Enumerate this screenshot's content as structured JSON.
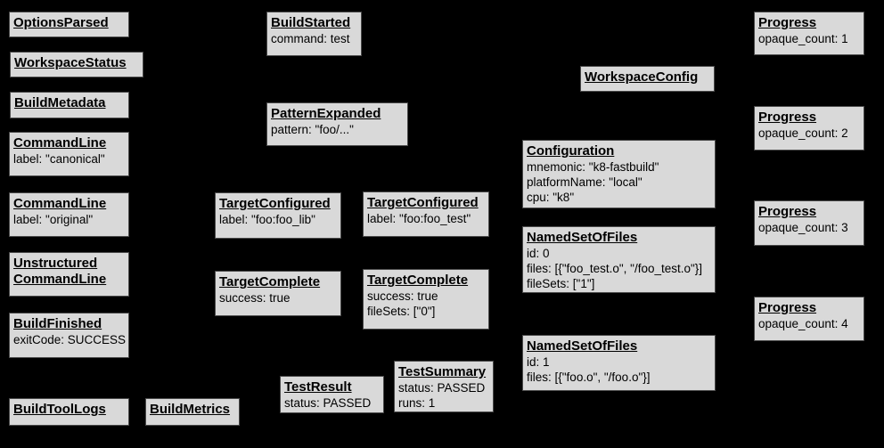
{
  "canvas": {
    "background_color": "#000000",
    "box_fill_color": "#d9d9d9",
    "box_border_color": "#4a4a4a",
    "text_color": "#000000"
  },
  "diagram": {
    "boxes": [
      {
        "title": "OptionsParsed",
        "details": []
      },
      {
        "title": "WorkspaceStatus",
        "details": []
      },
      {
        "title": "BuildMetadata",
        "details": []
      },
      {
        "title": "CommandLine",
        "details": [
          "label: \"canonical\""
        ]
      },
      {
        "title": "CommandLine",
        "details": [
          "label: \"original\""
        ]
      },
      {
        "title_lines": [
          "Unstructured",
          "CommandLine"
        ],
        "details": []
      },
      {
        "title": "BuildFinished",
        "details": [
          "exitCode: SUCCESS"
        ]
      },
      {
        "title": "BuildToolLogs",
        "details": []
      },
      {
        "title": "BuildMetrics",
        "details": []
      },
      {
        "title": "BuildStarted",
        "details": [
          "command: test"
        ]
      },
      {
        "title": "PatternExpanded",
        "details": [
          "pattern: \"foo/...\""
        ]
      },
      {
        "title": "TargetConfigured",
        "details": [
          "label: \"foo:foo_lib\""
        ]
      },
      {
        "title": "TargetConfigured",
        "details": [
          "label: \"foo:foo_test\""
        ]
      },
      {
        "title": "TargetComplete",
        "details": [
          "success: true"
        ]
      },
      {
        "title": "TargetComplete",
        "details": [
          "success: true",
          "fileSets: [\"0\"]"
        ]
      },
      {
        "title": "TestResult",
        "details": [
          "status: PASSED"
        ]
      },
      {
        "title": "TestSummary",
        "details": [
          "status: PASSED",
          "runs: 1"
        ]
      },
      {
        "title": "WorkspaceConfig",
        "details": []
      },
      {
        "title": "Configuration",
        "details": [
          "mnemonic: \"k8-fastbuild\"",
          "platformName: \"local\"",
          "cpu: \"k8\""
        ]
      },
      {
        "title": "NamedSetOfFiles",
        "details": [
          "id: 0",
          "files: [{\"foo_test.o\", \"/foo_test.o\"}]",
          "fileSets: [\"1\"]"
        ]
      },
      {
        "title": "NamedSetOfFiles",
        "details": [
          "id: 1",
          "files: [{\"foo.o\", \"/foo.o\"}]"
        ]
      },
      {
        "title": "Progress",
        "details": [
          "opaque_count: 1"
        ]
      },
      {
        "title": "Progress",
        "details": [
          "opaque_count: 2"
        ]
      },
      {
        "title": "Progress",
        "details": [
          "opaque_count: 3"
        ]
      },
      {
        "title": "Progress",
        "details": [
          "opaque_count: 4"
        ]
      }
    ]
  }
}
